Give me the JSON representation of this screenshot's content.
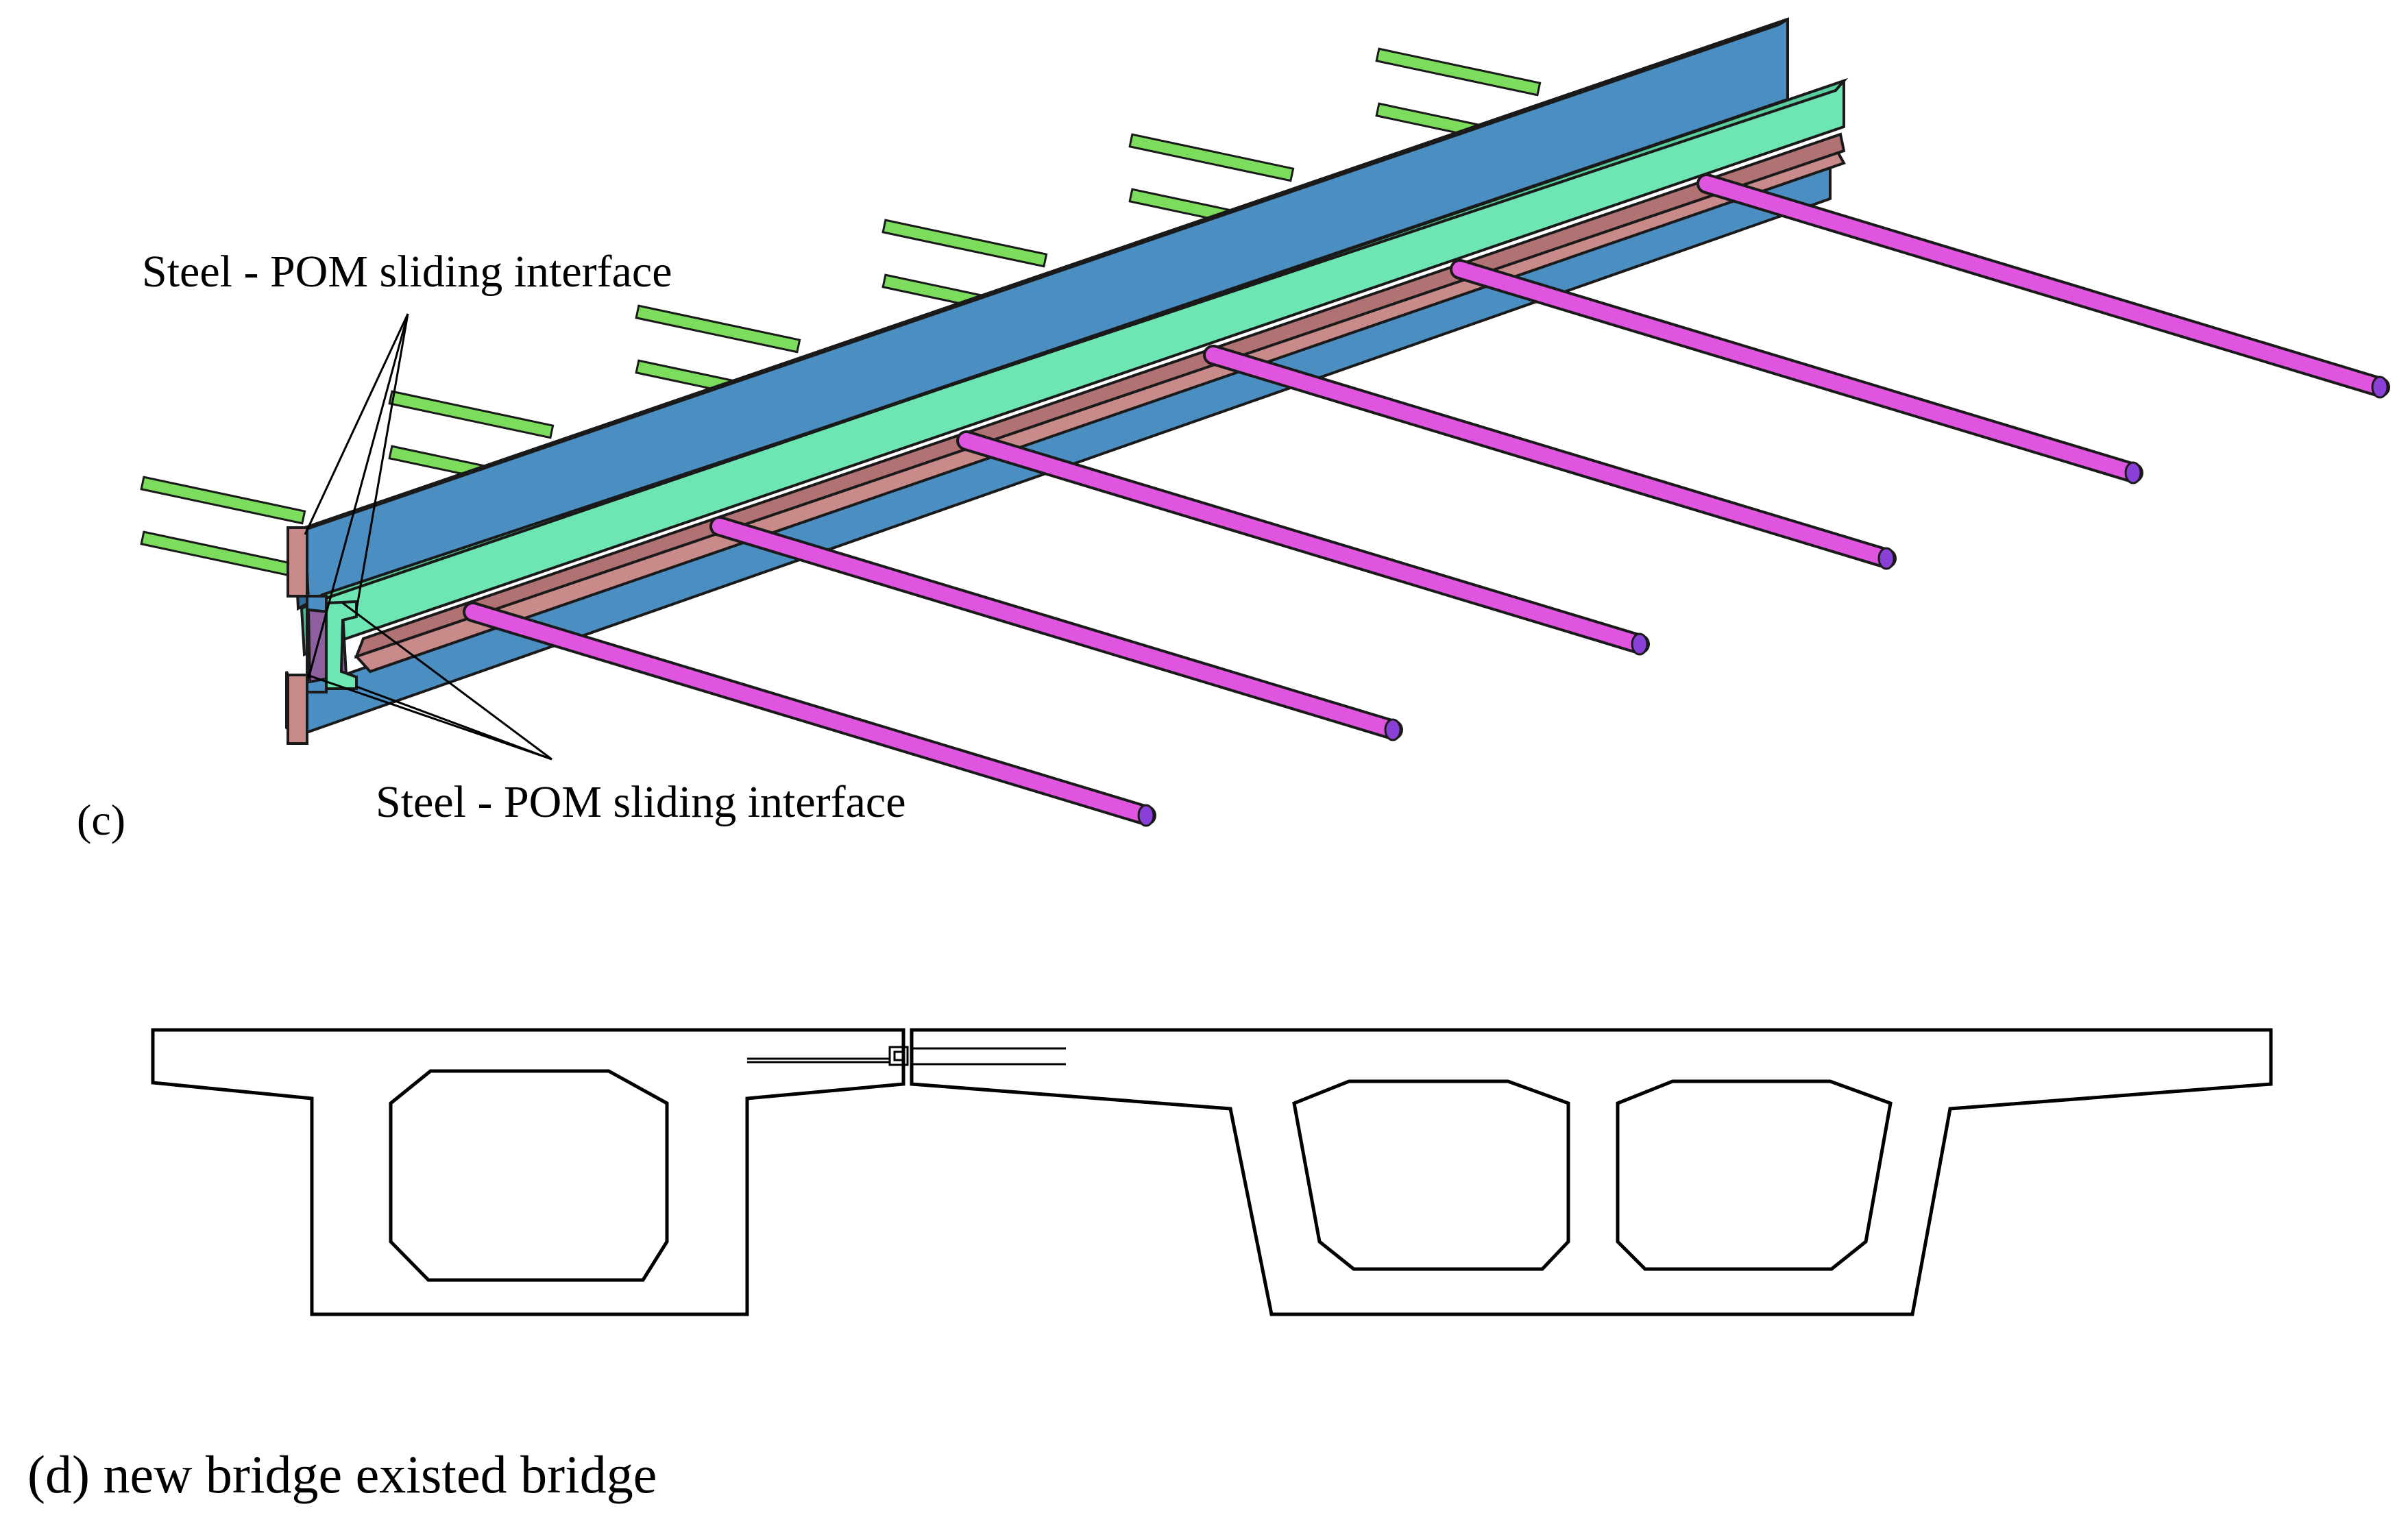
{
  "panel_c": {
    "label": "(c)",
    "callout_top": "Steel - POM sliding interface",
    "callout_bottom": "Steel - POM sliding interface"
  },
  "panel_d": {
    "caption": "(d) new bridge existed bridge"
  },
  "colors": {
    "steel_channel": "#4a8ec2",
    "pom_layer": "#6ee6b4",
    "interface_strip": "#c98a8a",
    "anchor_bars_green": "#7cdc5c",
    "tie_rods_magenta": "#e055e0",
    "rod_end_cap": "#8a3fd6",
    "outline": "#1a1a1a"
  },
  "icons": {
    "connection_detail": "joint-connector-icon"
  }
}
